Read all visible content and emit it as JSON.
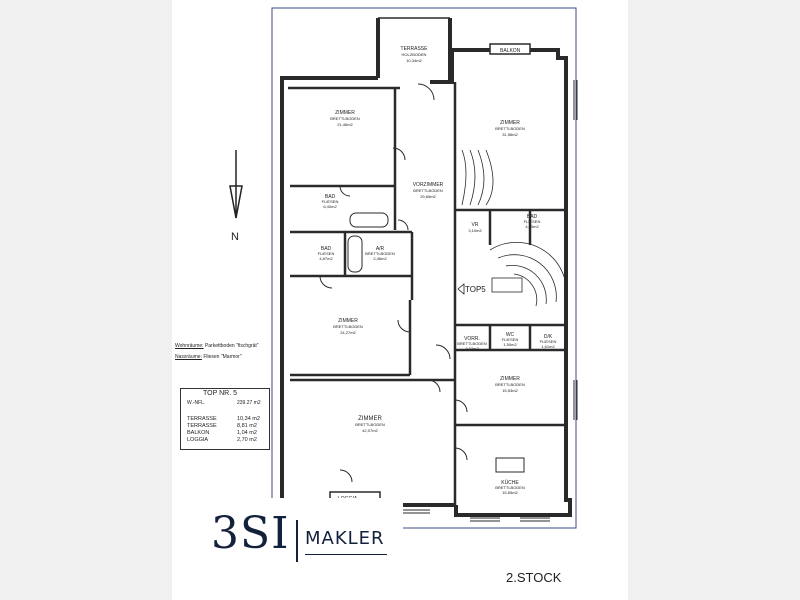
{
  "plan": {
    "floor_label": "2.STOCK",
    "north_label": "N",
    "top_label": "TOP5",
    "legend": {
      "wohnraeume_title": "Wohnräume:",
      "wohnraeume_text": "Parkettboden \"fischgrät\"",
      "nassraeume_title": "Nassräume:",
      "nassraeume_text": "Fliesen \"Marmor\""
    },
    "area_table": {
      "title": "TOP NR. 5",
      "wnfl_label": "W.-NFL.",
      "wnfl_value": "239.27 m2",
      "rows": [
        {
          "label": "TERRASSE",
          "value": "10,34 m2"
        },
        {
          "label": "TERRASSE",
          "value": "8,81 m2"
        },
        {
          "label": "BALKON",
          "value": "1,04 m2"
        },
        {
          "label": "LOGGIA",
          "value": "2,70 m2"
        }
      ]
    },
    "rooms": {
      "terrasse_top": {
        "name": "TERRASSE",
        "sub": "HOLZBODEN",
        "area": "10,34m2"
      },
      "balkon": {
        "name": "BALKON"
      },
      "zimmer_nw": {
        "name": "ZIMMER",
        "sub": "BRETTLBODEN",
        "area": "21,46m2"
      },
      "zimmer_ne": {
        "name": "ZIMMER",
        "sub": "BRETTLBODEN",
        "area": "31,56m2"
      },
      "bad_1": {
        "name": "BAD",
        "sub": "FLIESEN",
        "area": "6,40m2"
      },
      "vorzimmer": {
        "name": "VORZIMMER",
        "sub": "BRETTLBODEN",
        "area": "29,65m2"
      },
      "bad_2": {
        "name": "BAD",
        "sub": "FLIESEN",
        "area": "4,87m2"
      },
      "ar": {
        "name": "A/R",
        "sub": "BRETTLBODEN",
        "area": "2,46m2"
      },
      "vr": {
        "name": "VR",
        "area": "3,10m2"
      },
      "bad_3": {
        "name": "BAD",
        "sub": "FLIESEN",
        "area": "4,65m2"
      },
      "zimmer_w": {
        "name": "ZIMMER",
        "sub": "BRETTLBODEN",
        "area": "24,27m2"
      },
      "wc": {
        "name": "WC",
        "sub": "FLIESEN",
        "area": "1,50m2"
      },
      "dk": {
        "name": "D/K",
        "sub": "FLIESEN",
        "area": "1,61m2"
      },
      "vorr": {
        "name": "VORR.",
        "sub": "BRETTLBODEN",
        "area": "3,03m2"
      },
      "zimmer_e": {
        "name": "ZIMMER",
        "sub": "BRETTLBODEN",
        "area": "15,53m2"
      },
      "zimmer_sw": {
        "name": "ZIMMER",
        "sub": "BRETTLBODEN",
        "area": "42,07m2"
      },
      "kueche": {
        "name": "KÜCHE",
        "sub": "BRETTLBODEN",
        "area": "15,65m2"
      },
      "loggia": {
        "name": "LOGGIA"
      }
    }
  },
  "logo": {
    "brand": "3SI",
    "word": "MAKLER"
  },
  "colors": {
    "wall": "#2a2a2a",
    "frame": "#3b4a8a",
    "brand": "#14213d"
  }
}
